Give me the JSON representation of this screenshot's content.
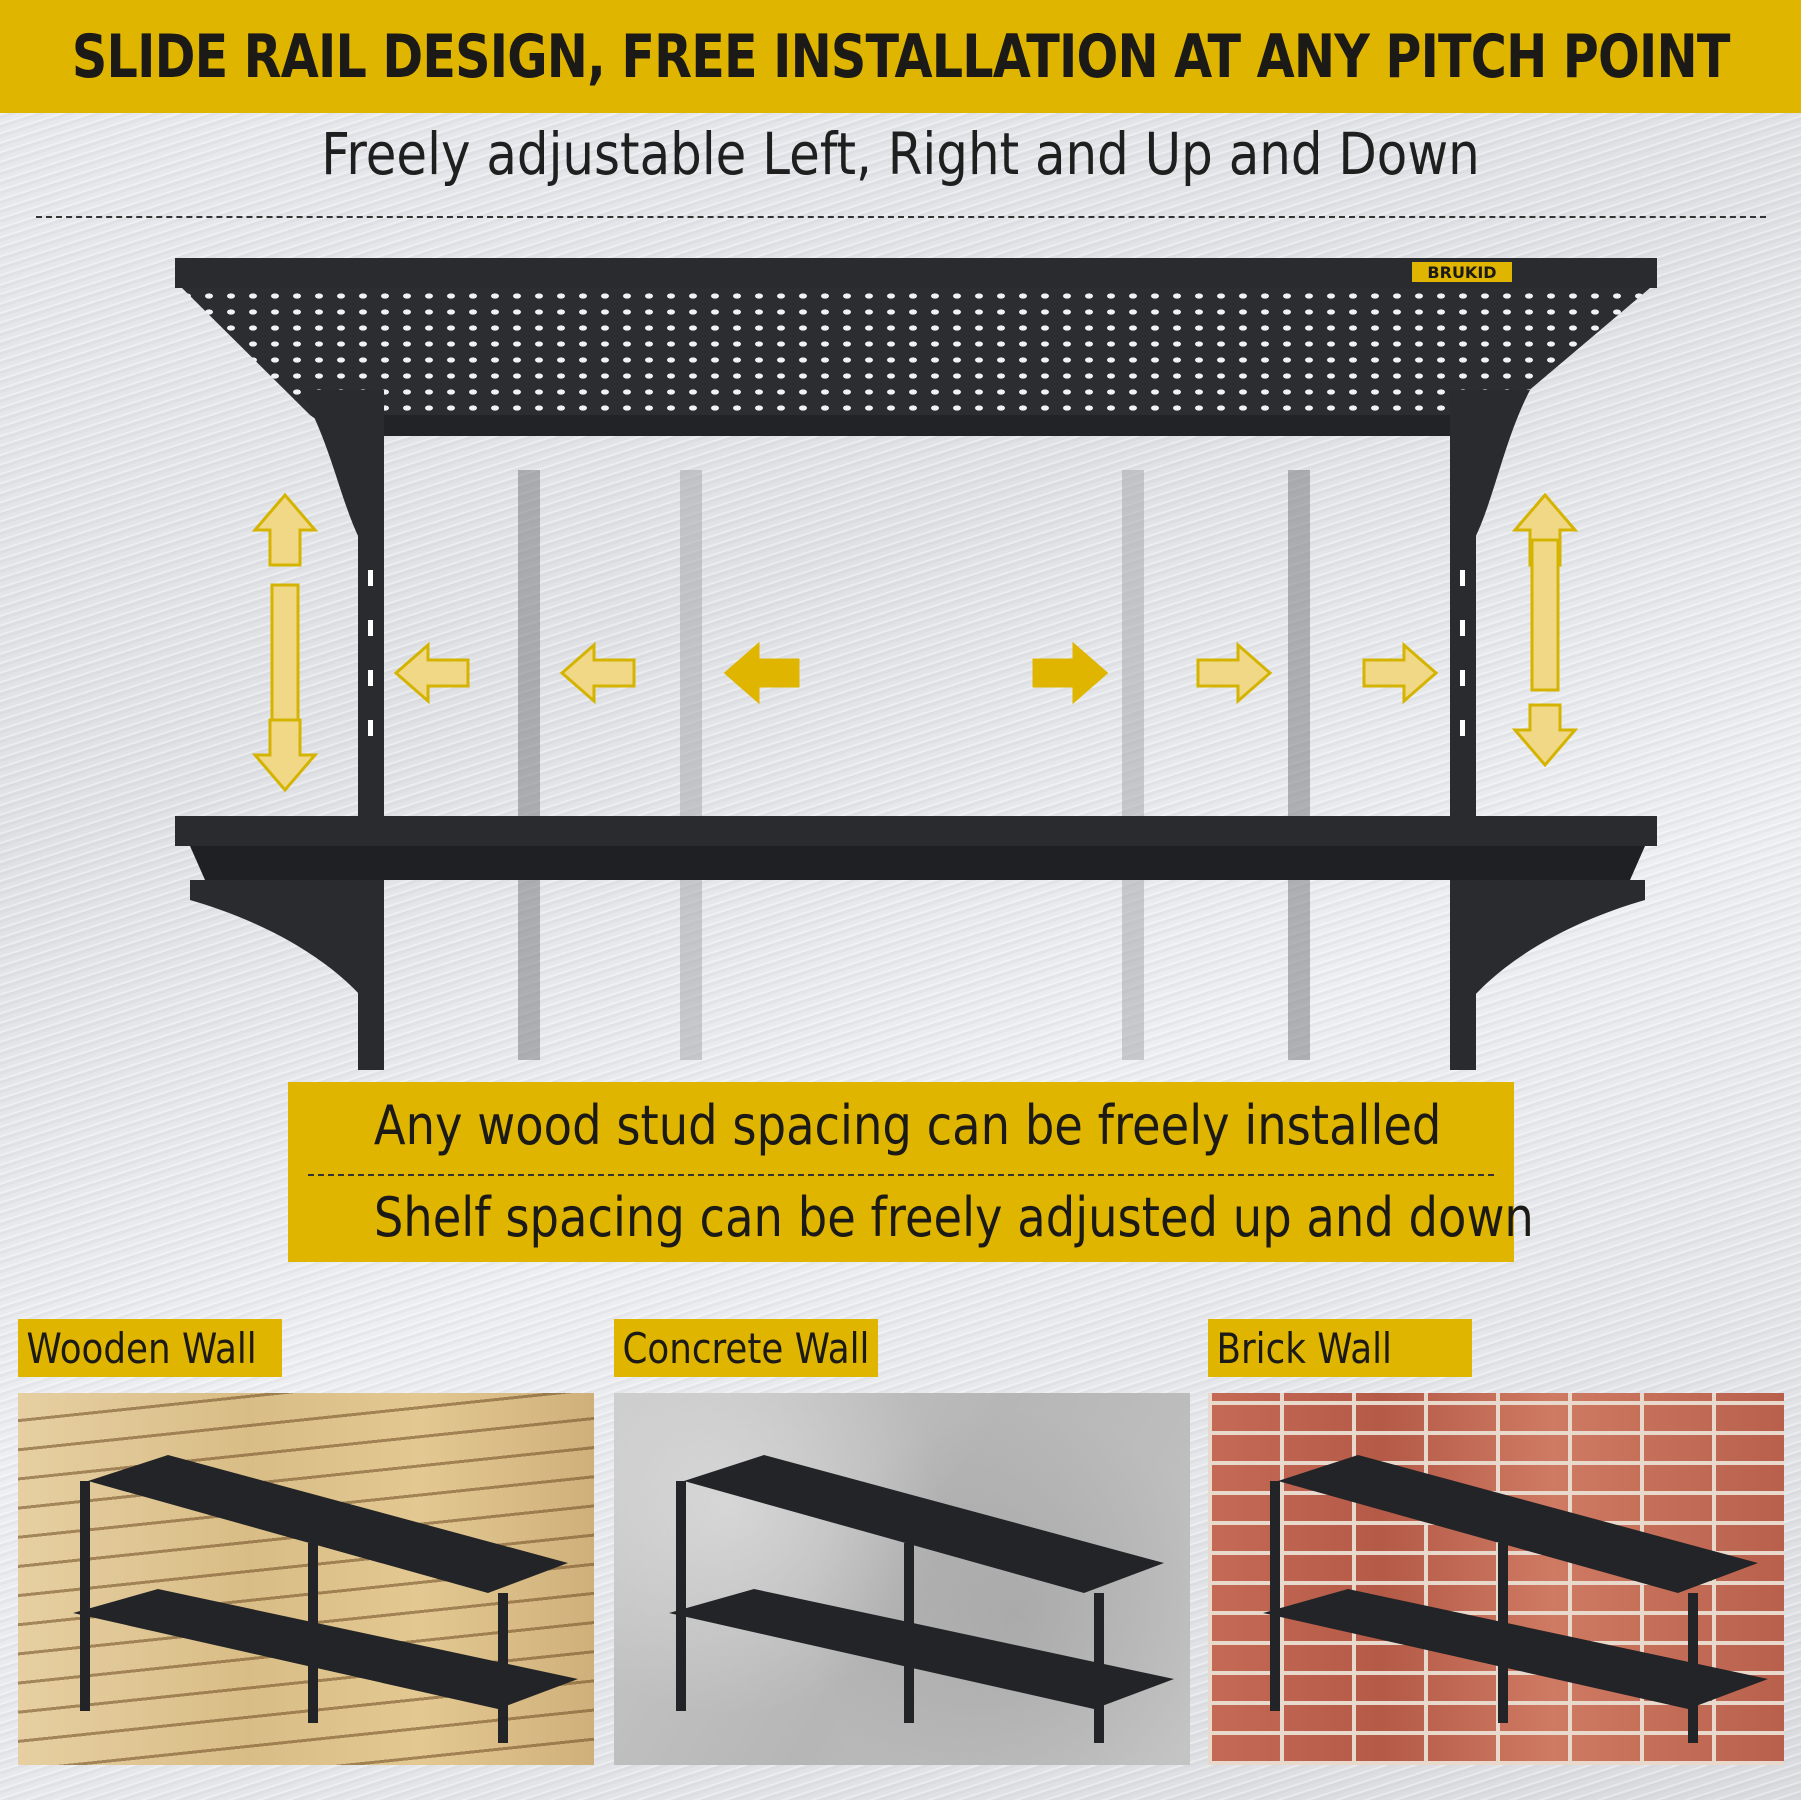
{
  "header": {
    "banner_text": "SLIDE RAIL DESIGN, FREE INSTALLATION AT ANY PITCH POINT",
    "subtitle": "Freely adjustable Left, Right and Up and Down"
  },
  "product": {
    "brand": "BRUKID"
  },
  "info_box": {
    "line1": "Any wood stud spacing can be freely installed",
    "line2": "Shelf spacing can be freely adjusted up and down"
  },
  "walls": [
    {
      "label": "Wooden Wall"
    },
    {
      "label": "Concrete Wall"
    },
    {
      "label": "Brick Wall"
    }
  ],
  "colors": {
    "accent_yellow": "#dfb500",
    "text_dark": "#1c1a16",
    "shelf_black": "#2a2b2e"
  },
  "icons": [
    "arrow-left-icon",
    "arrow-right-icon",
    "arrow-up-down-icon"
  ]
}
